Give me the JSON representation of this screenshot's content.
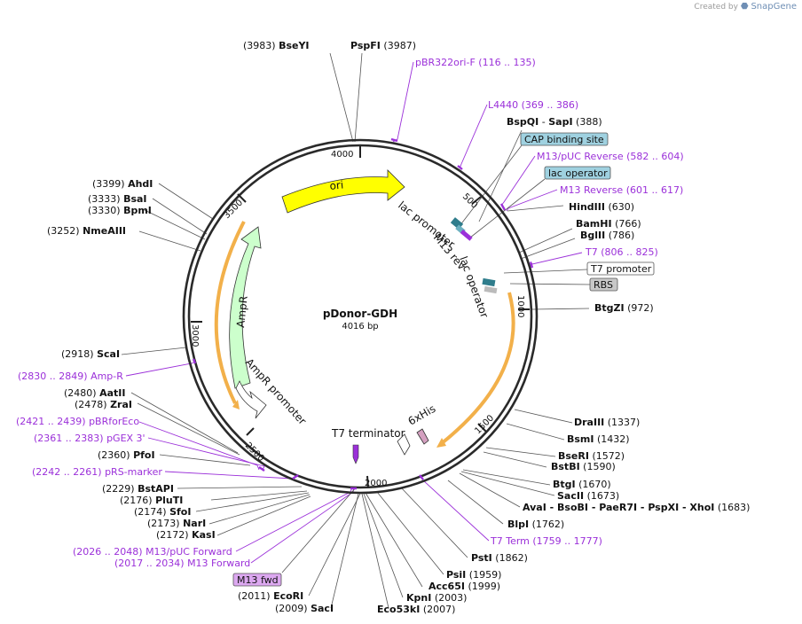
{
  "credit": {
    "created_by": "Created by",
    "brand": "SnapGene"
  },
  "plasmid": {
    "name": "pDonor-GDH",
    "length_label": "4016 bp"
  },
  "ring_ticks": [
    "500",
    "1000",
    "1500",
    "2000",
    "2500",
    "3000",
    "3500",
    "4000"
  ],
  "features": {
    "ori": "ori",
    "ampr": "AmpR",
    "ampr_promoter": "AmpR promoter",
    "lac_promoter": "lac promoter",
    "m13_rev": "M13 rev",
    "lac_operator": "lac operator",
    "t7_terminator": "T7 terminator",
    "his_tag": "6xHis"
  },
  "sites": [
    {
      "name": "BseYI",
      "pos": "(3983)"
    },
    {
      "name": "PspFI",
      "pos": "(3987)"
    },
    {
      "name": "BspQI",
      "sep": "-",
      "name2": "SapI",
      "pos": "(388)"
    },
    {
      "name": "HindIII",
      "pos": "(630)"
    },
    {
      "name": "BamHI",
      "pos": "(766)"
    },
    {
      "name": "BglII",
      "pos": "(786)"
    },
    {
      "name": "BtgZI",
      "pos": "(972)"
    },
    {
      "name": "DraIII",
      "pos": "(1337)"
    },
    {
      "name": "BsmI",
      "pos": "(1432)"
    },
    {
      "name": "BseRI",
      "pos": "(1572)"
    },
    {
      "name": "BstBI",
      "pos": "(1590)"
    },
    {
      "name": "BtgI",
      "pos": "(1670)"
    },
    {
      "name": "SacII",
      "pos": "(1673)"
    },
    {
      "name": "AvaI - BsoBI - PaeR7I - PspXI - XhoI",
      "pos": "(1683)"
    },
    {
      "name": "BlpI",
      "pos": "(1762)"
    },
    {
      "name": "PstI",
      "pos": "(1862)"
    },
    {
      "name": "PsiI",
      "pos": "(1959)"
    },
    {
      "name": "Acc65I",
      "pos": "(1999)"
    },
    {
      "name": "KpnI",
      "pos": "(2003)"
    },
    {
      "name": "Eco53kI",
      "pos": "(2007)"
    },
    {
      "name": "EcoRI",
      "pos": "(2011)"
    },
    {
      "name": "SacI",
      "pos": "(2009)"
    },
    {
      "name": "KasI",
      "pos": "(2172)"
    },
    {
      "name": "NarI",
      "pos": "(2173)"
    },
    {
      "name": "SfoI",
      "pos": "(2174)"
    },
    {
      "name": "PluTI",
      "pos": "(2176)"
    },
    {
      "name": "BstAPI",
      "pos": "(2229)"
    },
    {
      "name": "PfoI",
      "pos": "(2360)"
    },
    {
      "name": "ZraI",
      "pos": "(2478)"
    },
    {
      "name": "AatII",
      "pos": "(2480)"
    },
    {
      "name": "ScaI",
      "pos": "(2918)"
    },
    {
      "name": "NmeAIII",
      "pos": "(3252)"
    },
    {
      "name": "BpmI",
      "pos": "(3330)"
    },
    {
      "name": "BsaI",
      "pos": "(3333)"
    },
    {
      "name": "AhdI",
      "pos": "(3399)"
    }
  ],
  "primers": [
    {
      "name": "pBR322ori-F",
      "pos": "(116 .. 135)"
    },
    {
      "name": "L4440",
      "pos": "(369 .. 386)"
    },
    {
      "name": "M13/pUC Reverse",
      "pos": "(582 .. 604)"
    },
    {
      "name": "M13 Reverse",
      "pos": "(601 .. 617)"
    },
    {
      "name": "T7",
      "pos": "(806 .. 825)"
    },
    {
      "name": "T7 Term",
      "pos": "(1759 .. 1777)"
    },
    {
      "name": "M13 Forward",
      "pos": "(2017 .. 2034)"
    },
    {
      "name": "M13/pUC Forward",
      "pos": "(2026 .. 2048)"
    },
    {
      "name": "pRS-marker",
      "pos": "(2242 .. 2261)"
    },
    {
      "name": "pGEX 3'",
      "pos": "(2361 .. 2383)"
    },
    {
      "name": "pBRforEco",
      "pos": "(2421 .. 2439)"
    },
    {
      "name": "Amp-R",
      "pos": "(2830 .. 2849)"
    }
  ],
  "boxed_labels": {
    "cap": "CAP binding site",
    "lac_op": "lac operator",
    "t7_promoter": "T7 promoter",
    "rbs": "RBS",
    "m13_fwd": "M13 fwd"
  },
  "colors": {
    "primer": "#9b30d9",
    "ori": "#ffff00",
    "ampr": "#ccffcc",
    "orf": "#f2b04a",
    "cap_box": "#9fd1e0",
    "rbs_box": "#c8c8c8",
    "m13_fwd_box": "#dca8f0"
  }
}
